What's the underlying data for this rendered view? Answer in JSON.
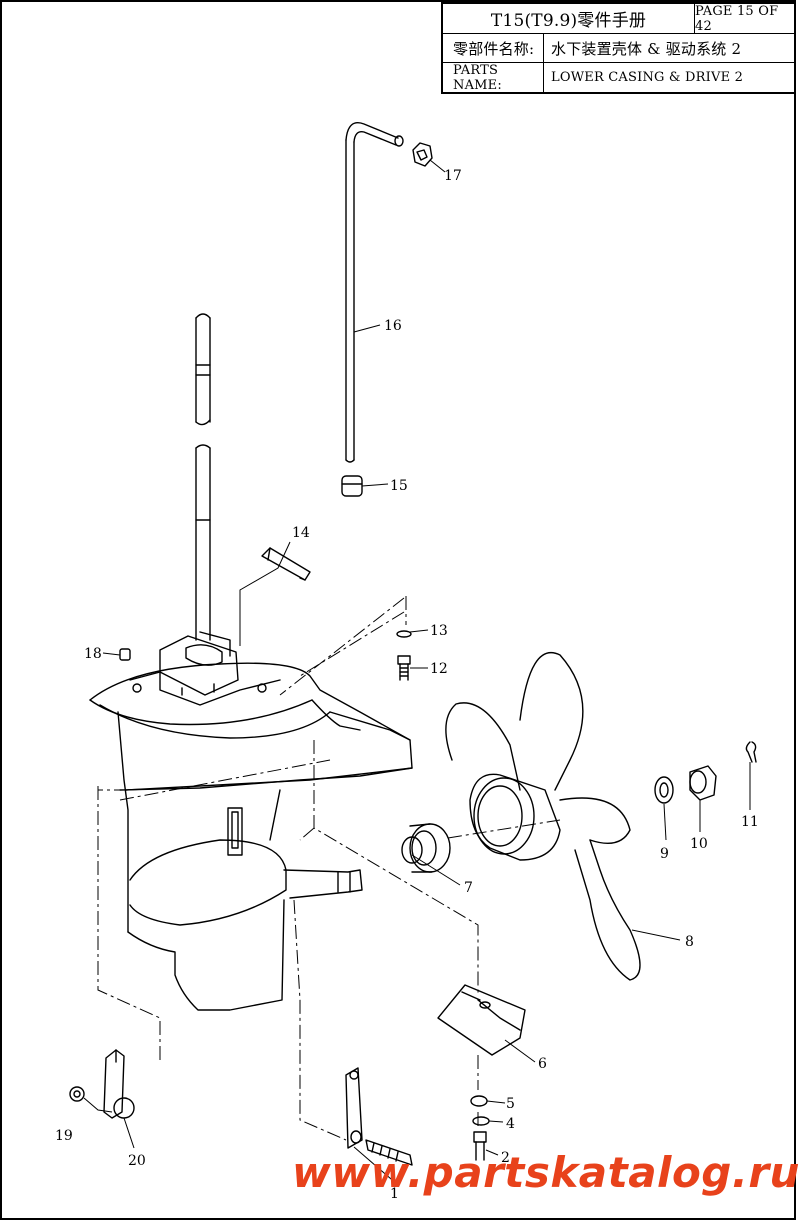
{
  "title_block": {
    "doc_title": "T15(T9.9)零件手册",
    "page_label": "PAGE 15 OF 42",
    "name_cn_label": "零部件名称:",
    "name_cn_value": "水下装置壳体 & 驱动系统 2",
    "name_en_label": "PARTS NAME:",
    "name_en_value": "LOWER CASING & DRIVE 2"
  },
  "callouts": [
    "1",
    "2",
    "4",
    "5",
    "6",
    "7",
    "8",
    "9",
    "10",
    "11",
    "12",
    "13",
    "14",
    "15",
    "16",
    "17",
    "18",
    "19",
    "20"
  ],
  "watermark": "www.partskatalog.ru",
  "watermark_color": "#e8421b"
}
